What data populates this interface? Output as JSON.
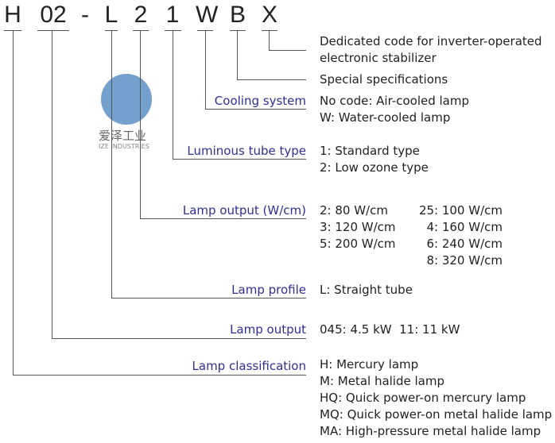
{
  "code": [
    "H",
    "02",
    "-",
    "L",
    "2",
    "1",
    "W",
    "B",
    "X"
  ],
  "watermark": {
    "cn": "爱泽工业",
    "en": "IZE INDUSTRIES"
  },
  "labels": {
    "cooling": "Cooling system",
    "tube": "Luminous tube type",
    "wcm": "Lamp output (W/cm)",
    "profile": "Lamp profile",
    "output": "Lamp output",
    "class": "Lamp classification"
  },
  "desc": {
    "x": [
      "Dedicated code for inverter-operated",
      "electronic stabilizer"
    ],
    "b": "Special specifications",
    "w": [
      "No code: Air-cooled lamp",
      "W: Water-cooled lamp"
    ],
    "tube": [
      "1: Standard type",
      "2: Low ozone type"
    ],
    "wcm_left": [
      "2: 80 W/cm",
      "3: 120 W/cm",
      "5: 200 W/cm"
    ],
    "wcm_right": [
      "25: 100 W/cm",
      "4: 160 W/cm",
      "6: 240 W/cm",
      "8: 320 W/cm"
    ],
    "profile": "L: Straight tube",
    "output": "045: 4.5 kW  11: 11 kW",
    "class": [
      "H: Mercury lamp",
      "M: Metal halide lamp",
      "HQ: Quick power-on mercury lamp",
      "MQ: Quick power-on metal halide lamp",
      "MA: High-pressure metal halide lamp"
    ]
  }
}
